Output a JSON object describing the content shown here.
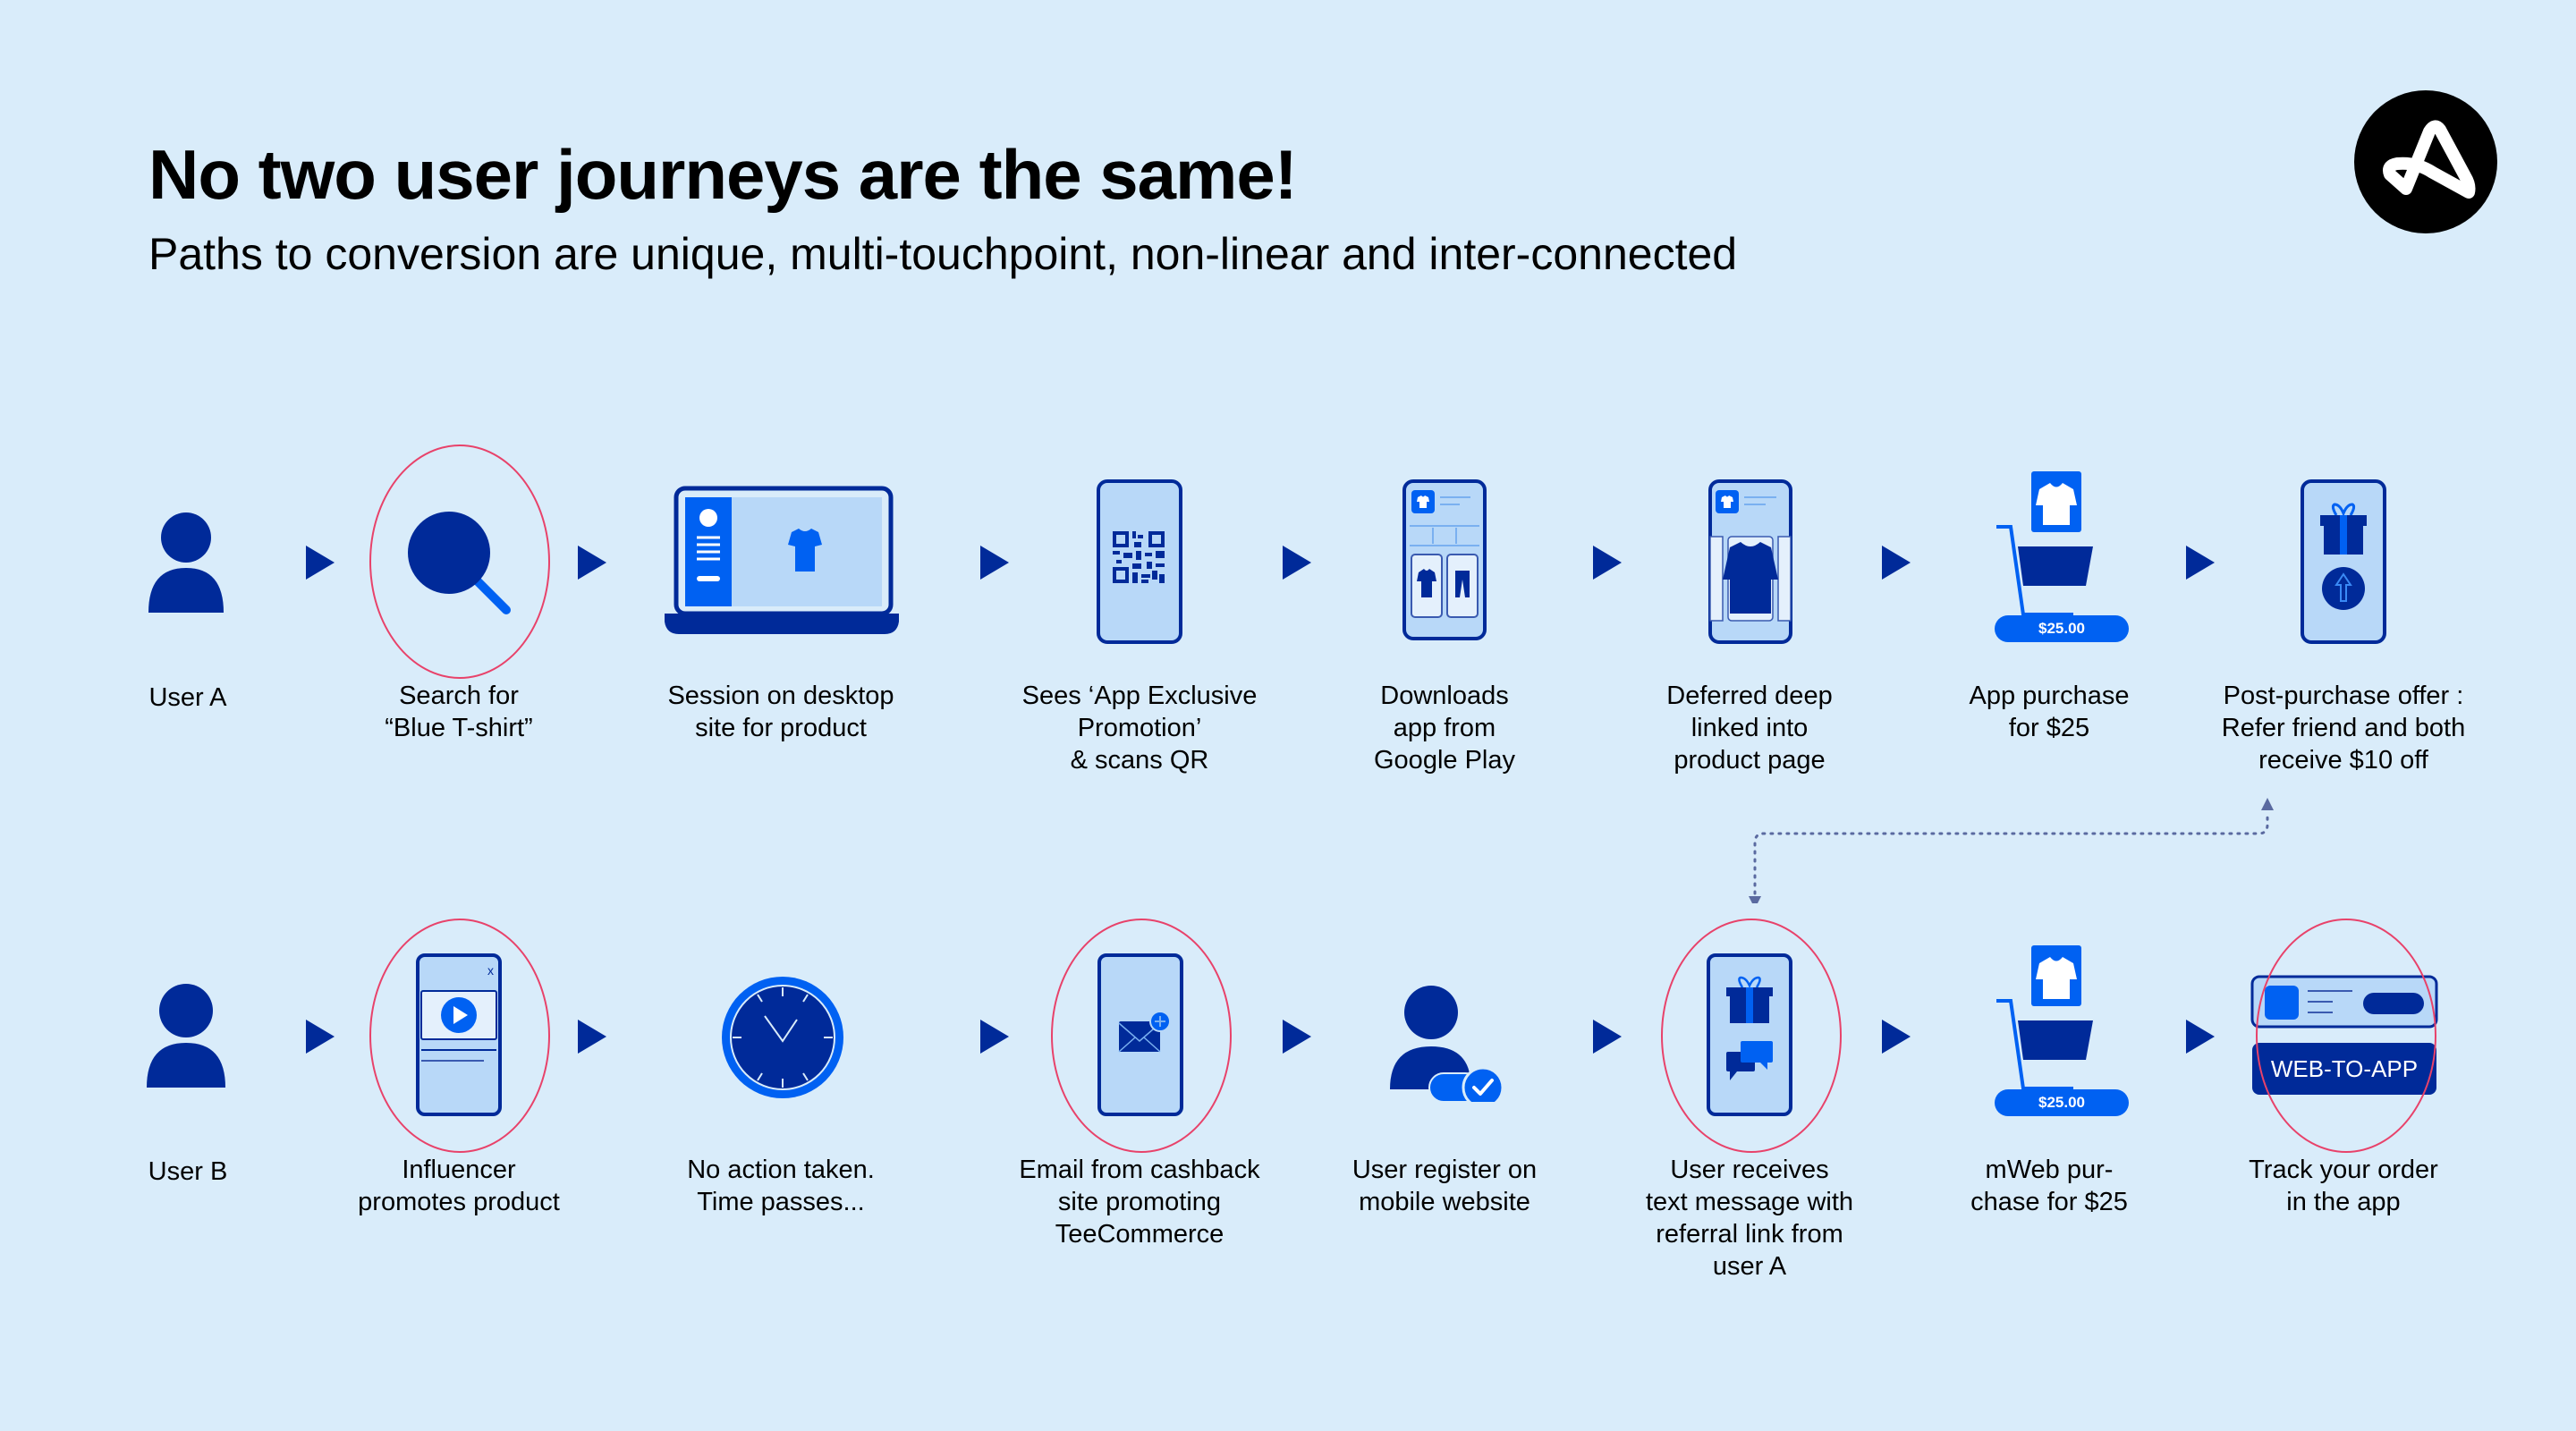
{
  "header": {
    "title": "No two user journeys are the same!",
    "subtitle": "Paths to conversion are unique, multi-touchpoint, non-linear and inter-connected",
    "logo_icon": "brand-a-logo-icon"
  },
  "colors": {
    "background": "#d9ecfa",
    "dark_blue": "#002a99",
    "bright_blue": "#0061f2",
    "light_blue": "#b8d8f8",
    "highlight_ring": "#e8426a",
    "connector": "#5a6aa0"
  },
  "journeys": [
    {
      "user": "User A",
      "steps": [
        {
          "label_lines": [
            "Search for",
            "“Blue T-shirt”"
          ],
          "icon": "magnifier-icon",
          "highlighted": true
        },
        {
          "label_lines": [
            "Session on desktop",
            "site for product"
          ],
          "icon": "laptop-icon",
          "highlighted": false
        },
        {
          "label_lines": [
            "Sees ‘App Exclusive",
            "Promotion’",
            "& scans QR"
          ],
          "icon": "qr-phone-icon",
          "highlighted": false
        },
        {
          "label_lines": [
            "Downloads",
            "app from",
            "Google Play"
          ],
          "icon": "app-store-phone-icon",
          "highlighted": false
        },
        {
          "label_lines": [
            "Deferred deep",
            "linked into",
            "product page"
          ],
          "icon": "product-page-phone-icon",
          "highlighted": false
        },
        {
          "label_lines": [
            "App purchase",
            "for $25"
          ],
          "icon": "cart-icon",
          "price": "$25.00",
          "highlighted": false
        },
        {
          "label_lines": [
            "Post-purchase offer :",
            "Refer friend and both",
            "receive $10 off"
          ],
          "icon": "gift-share-phone-icon",
          "highlighted": false
        }
      ]
    },
    {
      "user": "User B",
      "steps": [
        {
          "label_lines": [
            "Influencer",
            "promotes product"
          ],
          "icon": "video-phone-icon",
          "highlighted": true
        },
        {
          "label_lines": [
            "No action taken.",
            "Time passes..."
          ],
          "icon": "clock-icon",
          "highlighted": false
        },
        {
          "label_lines": [
            "Email from cashback",
            "site promoting",
            "TeeCommerce"
          ],
          "icon": "email-phone-icon",
          "highlighted": true
        },
        {
          "label_lines": [
            "User register on",
            "mobile website"
          ],
          "icon": "user-check-icon",
          "highlighted": false
        },
        {
          "label_lines": [
            "User receives",
            "text message with",
            "referral link from",
            "user A"
          ],
          "icon": "gift-message-phone-icon",
          "highlighted": true
        },
        {
          "label_lines": [
            "mWeb pur-",
            "chase for $25"
          ],
          "icon": "cart-icon",
          "price": "$25.00",
          "highlighted": false
        },
        {
          "label_lines": [
            "Track your order",
            "in the app"
          ],
          "icon": "web-to-app-banner-icon",
          "banner_text": "WEB-TO-APP",
          "highlighted": true
        }
      ]
    }
  ],
  "connector": {
    "from": "User A · Post-purchase offer",
    "to": "User B · User receives text message",
    "style": "dotted"
  }
}
